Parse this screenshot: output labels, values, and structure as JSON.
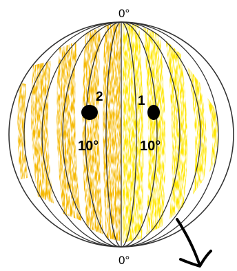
{
  "labels": {
    "top": "0°",
    "bottom": "0°",
    "point_1": "1",
    "point_2": "2",
    "angle_1": "10°",
    "angle_2": "10°"
  },
  "colors": {
    "left_hemisphere": "#f5b800",
    "right_hemisphere": "#ffe600",
    "outline": "#333333",
    "point": "#000000",
    "arrow": "#000000",
    "background": "#ffffff"
  },
  "icons": {
    "points": "filled-circle",
    "arrow": "hand-drawn-arrow"
  }
}
